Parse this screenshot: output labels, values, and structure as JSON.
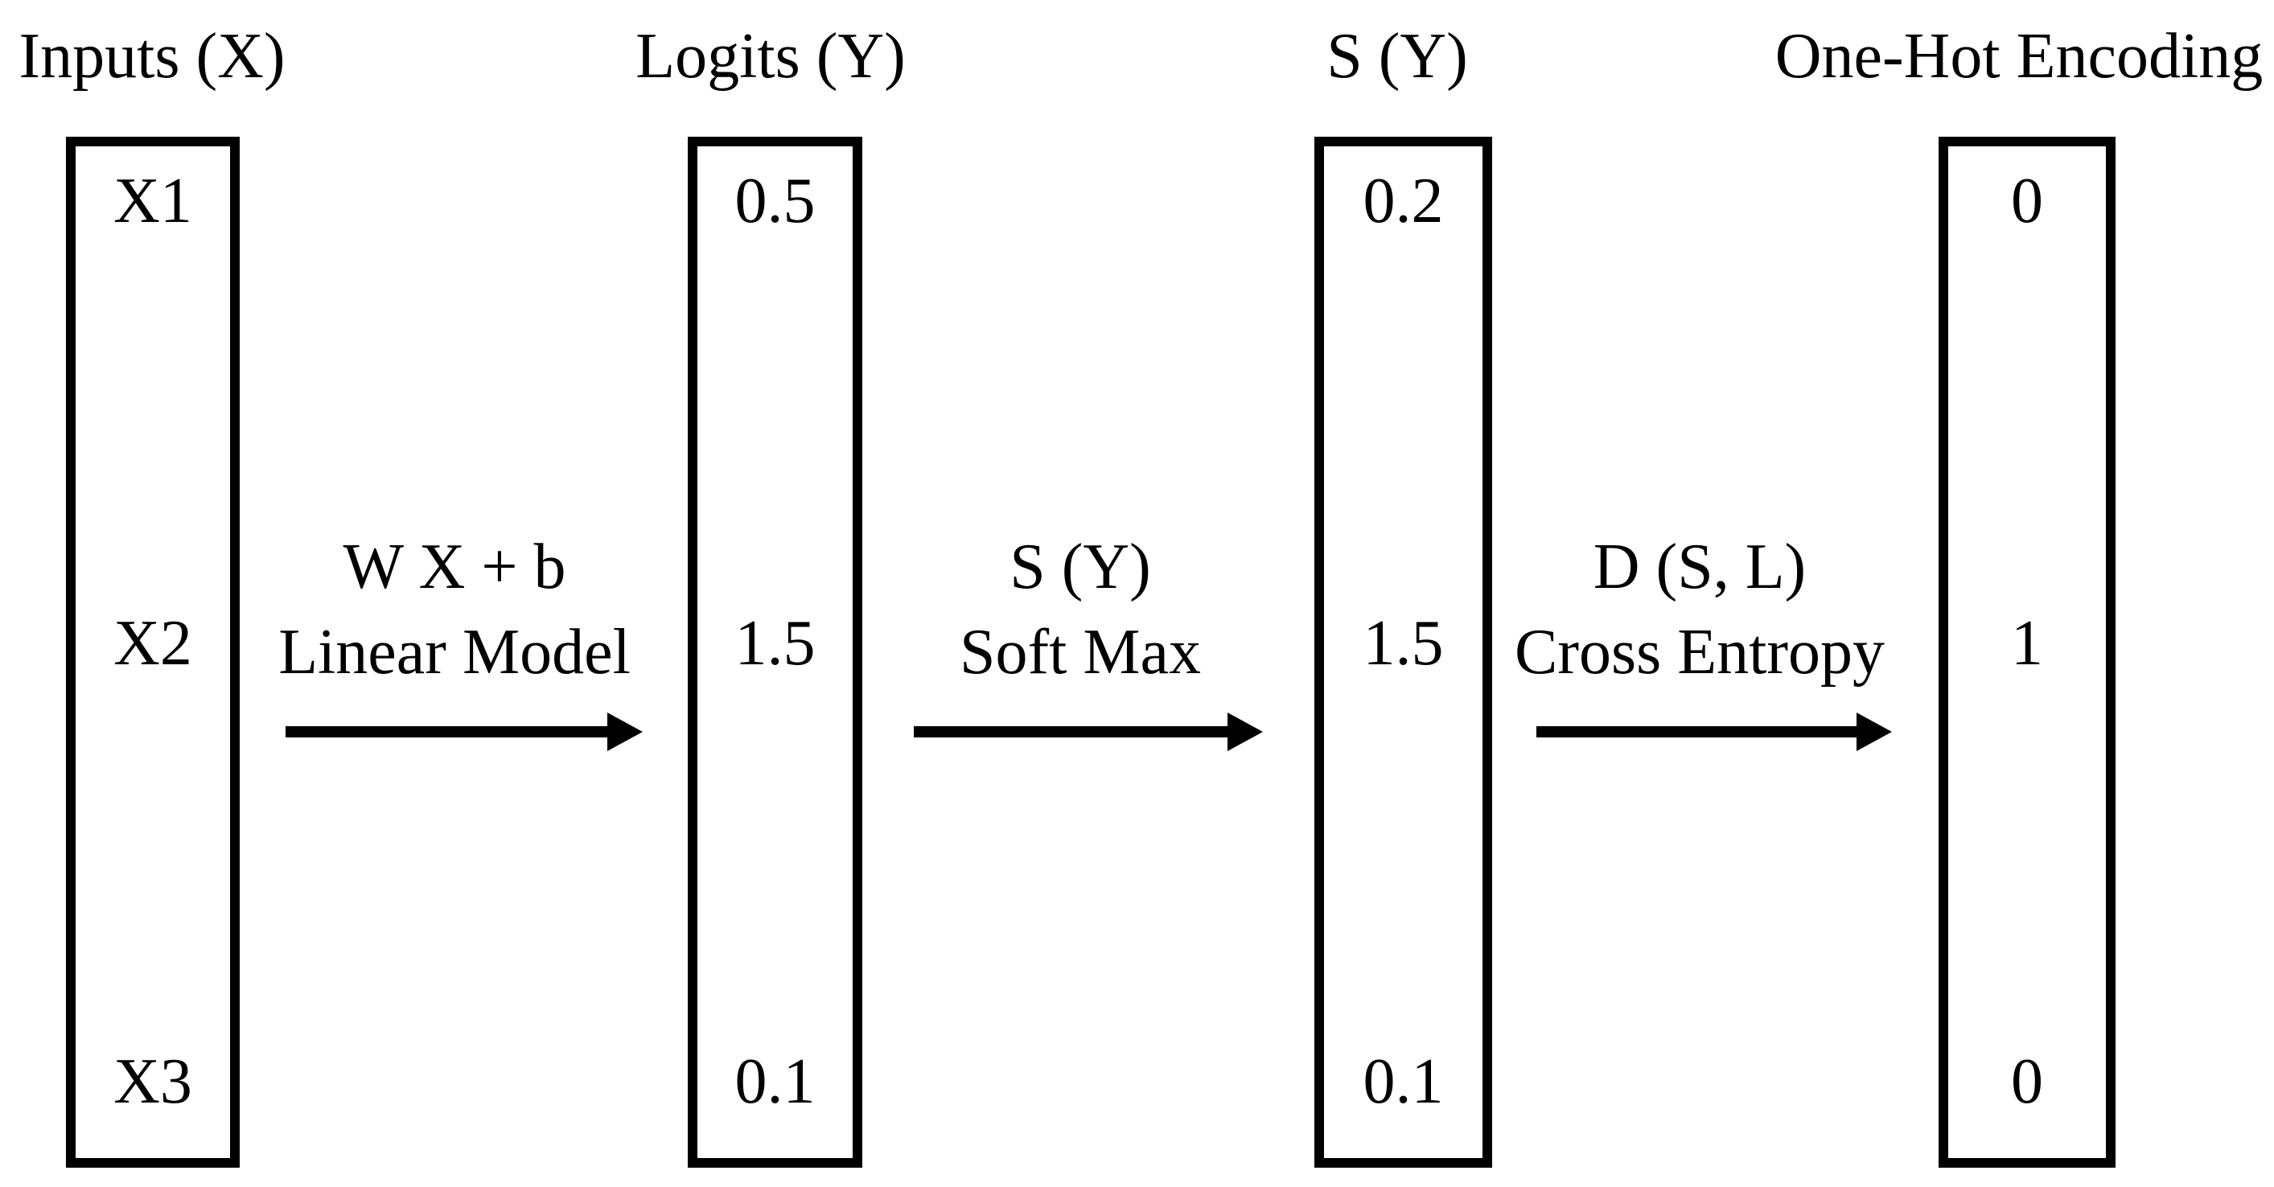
{
  "diagram": {
    "background_color": "#ffffff",
    "ink_color": "#000000",
    "columns": [
      {
        "title": "Inputs (X)",
        "values": [
          "X1",
          "X2",
          "X3"
        ]
      },
      {
        "title": "Logits (Y)",
        "values": [
          "0.5",
          "1.5",
          "0.1"
        ]
      },
      {
        "title": "S (Y)",
        "values": [
          "0.2",
          "1.5",
          "0.1"
        ]
      },
      {
        "title": "One-Hot Encoding",
        "values": [
          "0",
          "1",
          "0"
        ]
      }
    ],
    "arrows": [
      {
        "formula": "W X + b",
        "label": "Linear Model"
      },
      {
        "formula": "S (Y)",
        "label": "Soft Max"
      },
      {
        "formula": "D (S, L)",
        "label": "Cross Entropy"
      }
    ]
  }
}
